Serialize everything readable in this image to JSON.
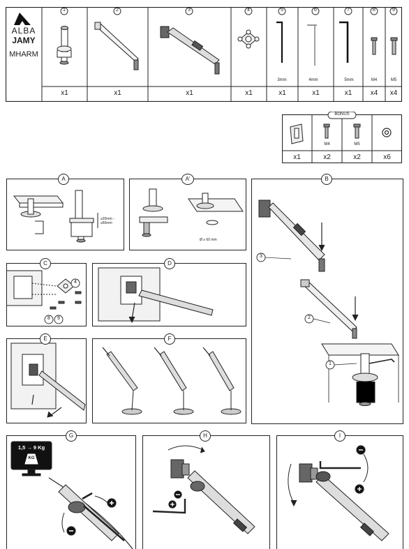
{
  "brand": {
    "logo_top": "ALBA",
    "logo_mid": "JAMY",
    "model": "MHARM"
  },
  "parts": [
    {
      "num": "1",
      "qty": "x1",
      "note": ""
    },
    {
      "num": "2",
      "qty": "x1",
      "note": ""
    },
    {
      "num": "3",
      "qty": "x1",
      "note": ""
    },
    {
      "num": "4",
      "qty": "x1",
      "note": ""
    },
    {
      "num": "5",
      "qty": "x1",
      "note": "3mm"
    },
    {
      "num": "6",
      "qty": "x1",
      "note": "4mm"
    },
    {
      "num": "7",
      "qty": "x1",
      "note": "5mm"
    },
    {
      "num": "8",
      "qty": "x4",
      "note": "M4"
    },
    {
      "num": "9",
      "qty": "x4",
      "note": "M5"
    }
  ],
  "bonus": {
    "label": "BONUS",
    "items": [
      {
        "qty": "x1",
        "note": ""
      },
      {
        "qty": "x2",
        "note": "M4"
      },
      {
        "qty": "x2",
        "note": "M5"
      },
      {
        "qty": "x6",
        "note": ""
      }
    ]
  },
  "steps": {
    "A": {
      "label": "A",
      "dim1": "≥20mm - ≤60mm"
    },
    "A2": {
      "label": "A'",
      "dim1": "Ø ≥ 60 mm"
    },
    "B": {
      "label": "B",
      "callouts": [
        "3",
        "2",
        "1"
      ]
    },
    "C": {
      "label": "C",
      "callouts": [
        "4",
        "8",
        "9"
      ]
    },
    "D": {
      "label": "D"
    },
    "E": {
      "label": "E"
    },
    "F": {
      "label": "F"
    },
    "G": {
      "label": "G",
      "weight": "1,5 → 9 Kg",
      "kg": "KG"
    },
    "H": {
      "label": "H"
    },
    "I": {
      "label": "I"
    }
  }
}
